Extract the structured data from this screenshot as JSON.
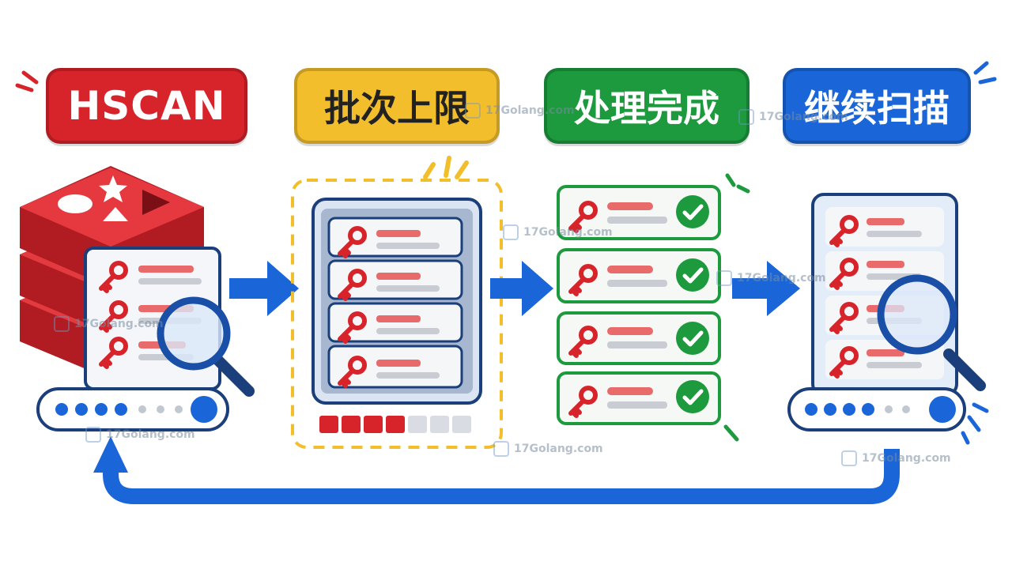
{
  "steps": [
    {
      "label": "HSCAN",
      "color": "#d6242a"
    },
    {
      "label": "批次上限",
      "color": "#f2be2c"
    },
    {
      "label": "处理完成",
      "color": "#1c9a3d"
    },
    {
      "label": "继续扫描",
      "color": "#1a66d8"
    }
  ],
  "watermark": {
    "text": "17Golang.com"
  },
  "colors": {
    "arrow_blue": "#1a66d8",
    "key_red": "#d6242a",
    "check_green": "#1c9a3d",
    "highlight_yellow": "#f2be2c"
  },
  "icons": [
    "database-icon",
    "key-icon",
    "magnifier-icon",
    "checkmark-icon",
    "arrow-right-icon",
    "loop-arrow-icon"
  ],
  "batch_progress": {
    "filled": 4,
    "total": 7
  }
}
